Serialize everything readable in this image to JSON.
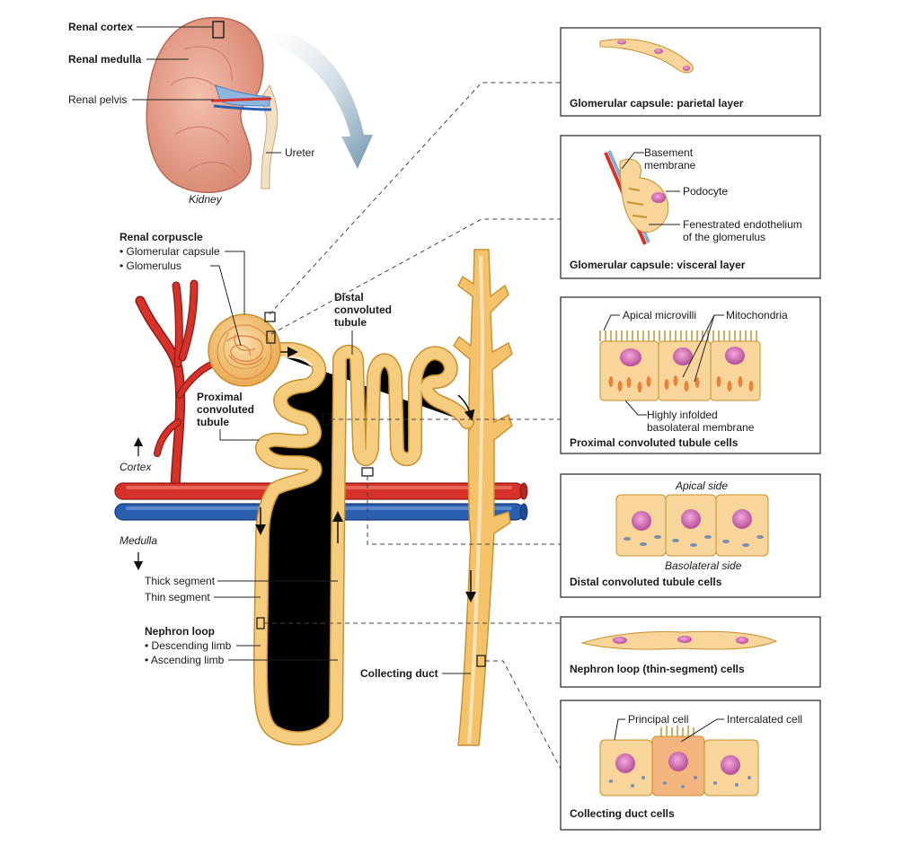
{
  "kidney": {
    "renal_cortex": "Renal cortex",
    "renal_medulla": "Renal medulla",
    "renal_pelvis": "Renal pelvis",
    "ureter": "Ureter",
    "caption": "Kidney"
  },
  "corpuscle": {
    "title": "Renal corpuscle",
    "capsule": "• Glomerular capsule",
    "glomerulus": "• Glomerulus"
  },
  "tubules": {
    "distal_line1": "Distal",
    "distal_line2": "convoluted",
    "distal_line3": "tubule",
    "proximal_line1": "Proximal",
    "proximal_line2": "convoluted",
    "proximal_line3": "tubule"
  },
  "regions": {
    "cortex": "Cortex",
    "medulla": "Medulla"
  },
  "loop": {
    "thick_segment": "Thick segment",
    "thin_segment": "Thin segment",
    "title": "Nephron loop",
    "descending": "• Descending limb",
    "ascending": "• Ascending limb"
  },
  "collecting_duct": "Collecting duct",
  "panels": {
    "parietal": {
      "title": "Glomerular capsule: parietal layer"
    },
    "visceral": {
      "title": "Glomerular capsule: visceral layer",
      "basement_1": "Basement",
      "basement_2": "membrane",
      "podocyte": "Podocyte",
      "fenestrated_1": "Fenestrated endothelium",
      "fenestrated_2": "of the glomerulus"
    },
    "proximal": {
      "title": "Proximal convoluted tubule cells",
      "microvilli": "Apical microvilli",
      "mitochondria": "Mitochondria",
      "infolded_1": "Highly infolded",
      "infolded_2": "basolateral membrane"
    },
    "distal": {
      "title": "Distal convoluted tubule cells",
      "apical": "Apical side",
      "basolateral": "Basolateral side"
    },
    "loop": {
      "title": "Nephron loop (thin-segment) cells"
    },
    "collecting": {
      "title": "Collecting duct cells",
      "principal": "Principal cell",
      "intercalated": "Intercalated cell"
    }
  },
  "colors": {
    "artery": "#d6322a",
    "vein": "#2a5fb0",
    "tubule_fill": "#f6cc7f",
    "tubule_edge": "#c8902e",
    "kidney": "#e9a08a",
    "cell_fill": "#f8d59a",
    "nucleus": "#d970b8",
    "mitochondria": "#e9833a"
  }
}
